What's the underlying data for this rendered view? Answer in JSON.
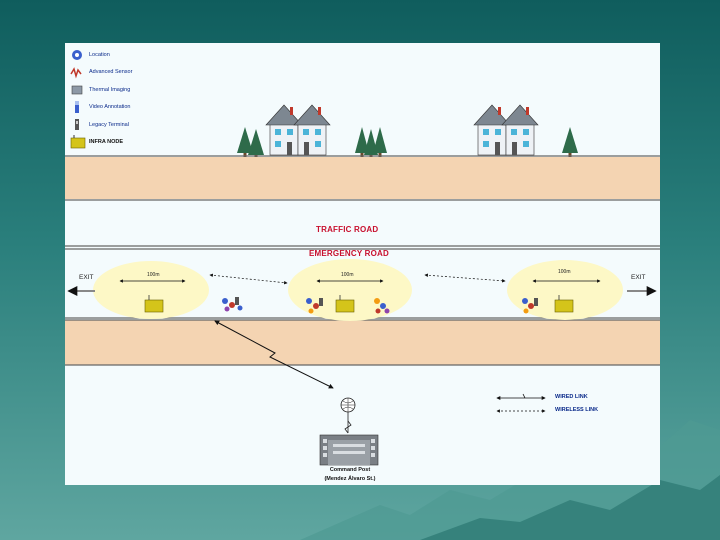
{
  "legend": [
    {
      "icon": "location-icon",
      "label": "Location"
    },
    {
      "icon": "advanced-sensor-icon",
      "label": "Advanced Sensor"
    },
    {
      "icon": "thermal-imaging-icon",
      "label": "Thermal Imaging"
    },
    {
      "icon": "video-annotation-icon",
      "label": "Video Annotation"
    },
    {
      "icon": "legacy-terminal-icon",
      "label": "Legacy Terminal"
    },
    {
      "icon": "infra-node-icon",
      "label": "INFRA NODE"
    }
  ],
  "roads": {
    "traffic": "TRAFFIC ROAD",
    "emergency": "EMERGENCY ROAD"
  },
  "exits": {
    "left": "EXIT",
    "right": "EXIT"
  },
  "distances": [
    "100m",
    "100m",
    "100m"
  ],
  "command_post": {
    "line1": "Command Post",
    "line2": "(Mendez Álvaro St.)"
  },
  "link_legend": {
    "wired": "WIRED LINK",
    "wireless": "WIRELESS LINK"
  },
  "colors": {
    "road_tan": "#f4d4b2",
    "zone_fill": "#fdf8c6",
    "title_red": "#c8102e",
    "background_teal": "#1f6f6c"
  }
}
